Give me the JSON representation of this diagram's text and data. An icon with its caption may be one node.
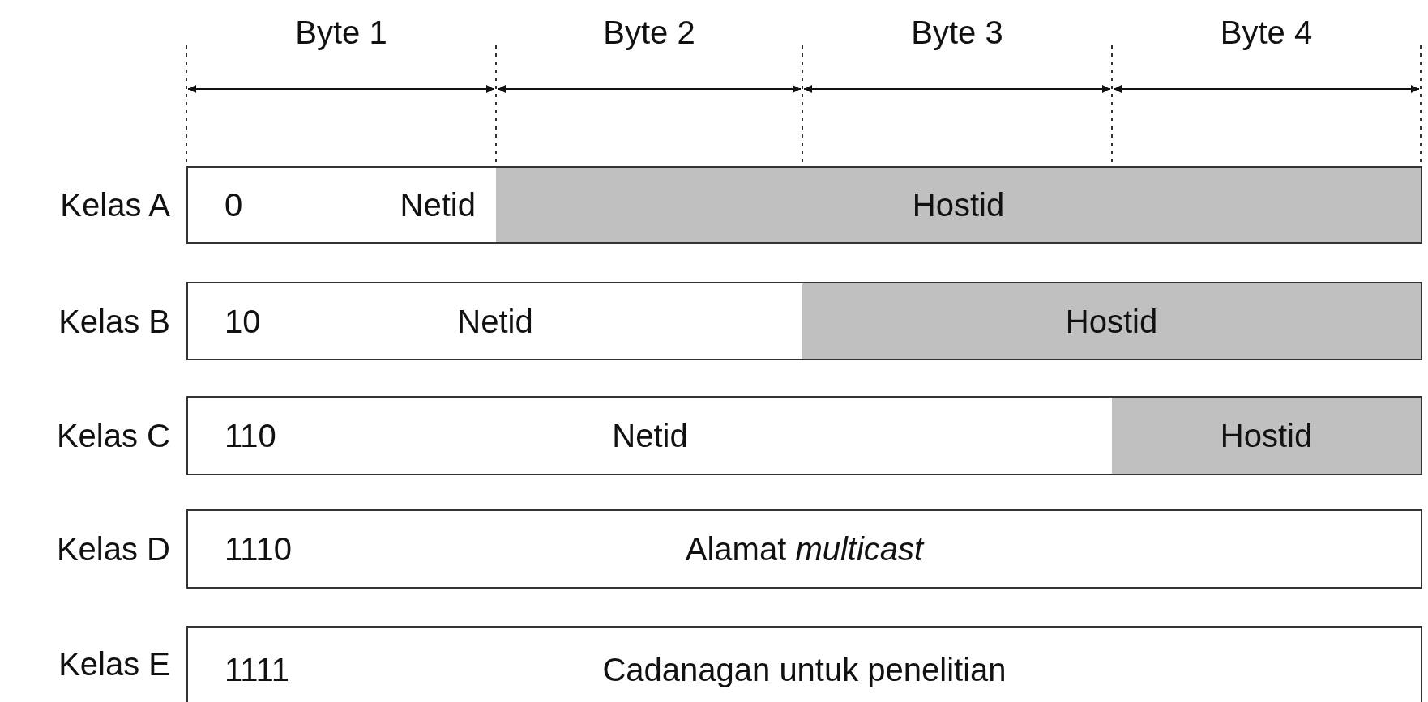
{
  "diagram": {
    "nodes": [
      {
        "text": [
          "0",
          "Netid"
        ]
      },
      {
        "text": [
          "Hostid"
        ]
      },
      {
        "text": [
          "10",
          "Netid"
        ]
      },
      {
        "text": [
          "Hostid"
        ]
      },
      {
        "text": [
          "110",
          "Netid"
        ]
      },
      {
        "text": [
          "Hostid"
        ]
      },
      {
        "text": [
          "1110",
          "Alamat *multicast*"
        ]
      },
      {
        "text": [
          "1111",
          "Cadanagan untuk penelitian"
        ]
      }
    ],
    "labels": [
      "Byte 1",
      "Byte 2",
      "Byte 3",
      "Byte 4",
      "Kelas A",
      "Kelas B",
      "Kelas C",
      "Kelas D",
      "Kelas E"
    ]
  }
}
